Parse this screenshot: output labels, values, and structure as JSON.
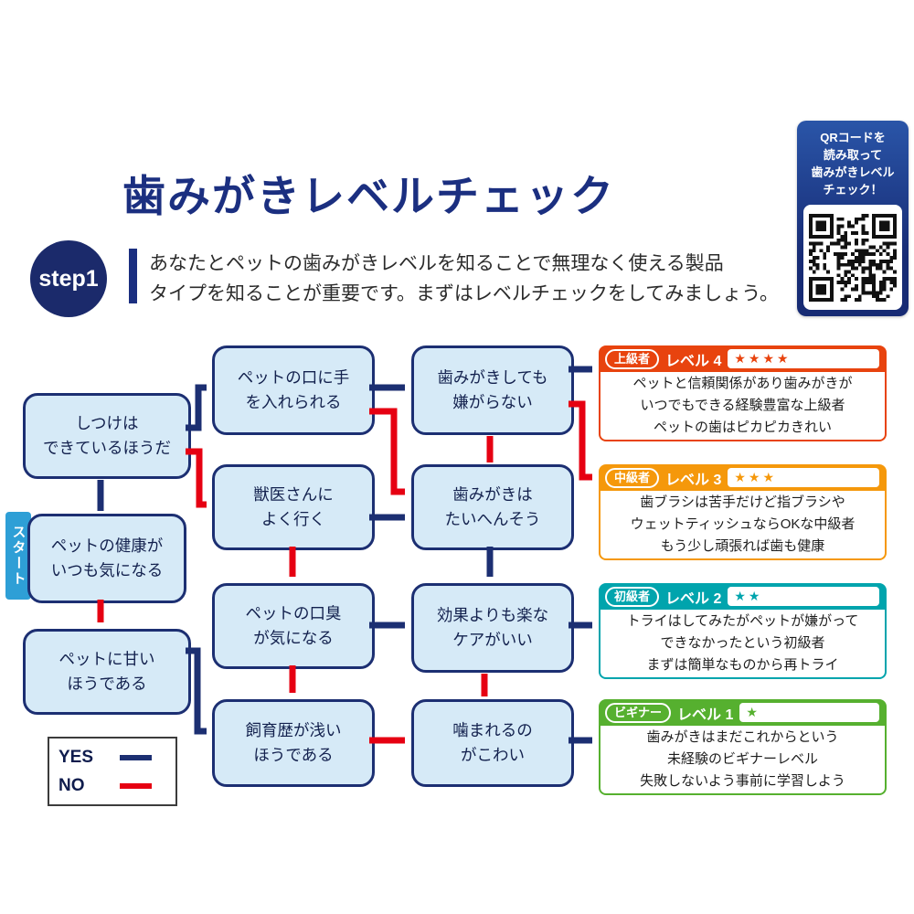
{
  "title": "歯みがきレベルチェック",
  "step_badge": "step1",
  "intro": {
    "line1": "あなたとペットの歯みがきレベルを知ることで無理なく使える製品",
    "line2": "タイプを知ることが重要です。まずはレベルチェックをしてみましょう。"
  },
  "qr_panel": {
    "line1": "QRコードを",
    "line2": "読み取って",
    "line3": "歯みがきレベル",
    "line4": "チェック！"
  },
  "start_label": "スタート",
  "legend": {
    "yes": "YES",
    "no": "NO"
  },
  "colors": {
    "yes_arrow": "#1c2f72",
    "no_arrow": "#e60012",
    "node_fill": "#d6eaf7",
    "node_border": "#1c2f72",
    "start_tab": "#2e9fd6",
    "title": "#1b2f80"
  },
  "nodes": {
    "discipline": {
      "line1": "しつけは",
      "line2": "できているほうだ"
    },
    "health": {
      "line1": "ペットの健康が",
      "line2": "いつも気になる"
    },
    "sweet": {
      "line1": "ペットに甘い",
      "line2": "ほうである"
    },
    "mouth": {
      "line1": "ペットの口に手",
      "line2": "を入れられる"
    },
    "vet": {
      "line1": "獣医さんに",
      "line2": "よく行く"
    },
    "odor": {
      "line1": "ペットの口臭",
      "line2": "が気になる"
    },
    "history": {
      "line1": "飼育歴が浅い",
      "line2": "ほうである"
    },
    "nodislike": {
      "line1": "歯みがきしても",
      "line2": "嫌がらない"
    },
    "hard": {
      "line1": "歯みがきは",
      "line2": "たいへんそう"
    },
    "easycare": {
      "line1": "効果よりも楽な",
      "line2": "ケアがいい"
    },
    "bite": {
      "line1": "噛まれるの",
      "line2": "がこわい"
    }
  },
  "results": [
    {
      "badge": "上級者",
      "level": "レベル 4",
      "stars": "★★★★",
      "color": "#e8430e",
      "line1": "ペットと信頼関係があり歯みがきが",
      "line2": "いつでもできる経験豊富な上級者",
      "line3": "ペットの歯はピカピカきれい"
    },
    {
      "badge": "中級者",
      "level": "レベル 3",
      "stars": "★★★",
      "color": "#f5980b",
      "line1": "歯ブラシは苦手だけど指ブラシや",
      "line2": "ウェットティッシュならOKな中級者",
      "line3": "もう少し頑張れば歯も健康"
    },
    {
      "badge": "初級者",
      "level": "レベル 2",
      "stars": "★★",
      "color": "#00a4ad",
      "line1": "トライはしてみたがペットが嫌がって",
      "line2": "できなかったという初級者",
      "line3": "まずは簡単なものから再トライ"
    },
    {
      "badge": "ビギナー",
      "level": "レベル 1",
      "stars": "★",
      "color": "#56b02f",
      "line1": "歯みがきはまだこれからという",
      "line2": "未経験のビギナーレベル",
      "line3": "失敗しないよう事前に学習しよう"
    }
  ]
}
